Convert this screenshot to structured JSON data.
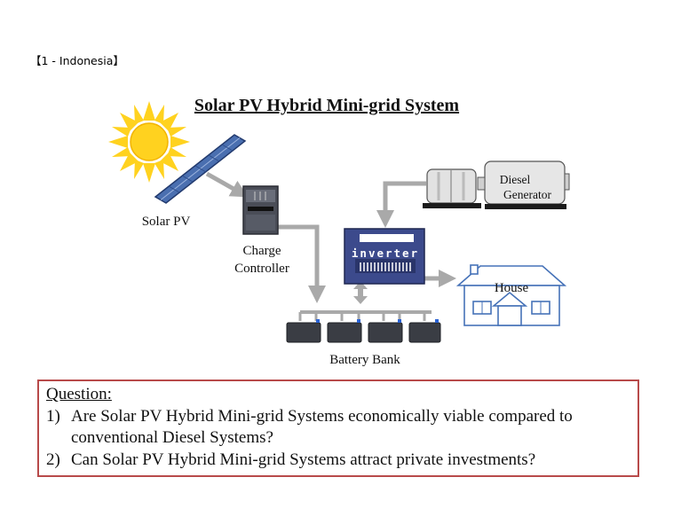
{
  "slide_label": "【1 - Indonesia】",
  "diagram": {
    "title": "Solar PV Hybrid Mini-grid System",
    "components": {
      "solar_pv": "Solar PV",
      "charge_controller_line1": "Charge",
      "charge_controller_line2": "Controller",
      "diesel_generator_line1": "Diesel",
      "diesel_generator_line2": "Generator",
      "inverter": "inverter",
      "house": "House",
      "battery_bank": "Battery Bank"
    },
    "colors": {
      "arrow": "#a9a9a9",
      "panel": "#4a6fb0",
      "sun": "#ffd21f",
      "inverter_body": "#3c4a8c",
      "house_outline": "#4672b8",
      "question_border": "#b84a4a"
    }
  },
  "question": {
    "heading": "Question:",
    "items": [
      {
        "num": "1)",
        "text": "Are Solar PV Hybrid Mini-grid Systems economically viable compared to conventional Diesel Systems?"
      },
      {
        "num": "2)",
        "text": "Can Solar PV Hybrid Mini-grid Systems attract private investments?"
      }
    ]
  }
}
